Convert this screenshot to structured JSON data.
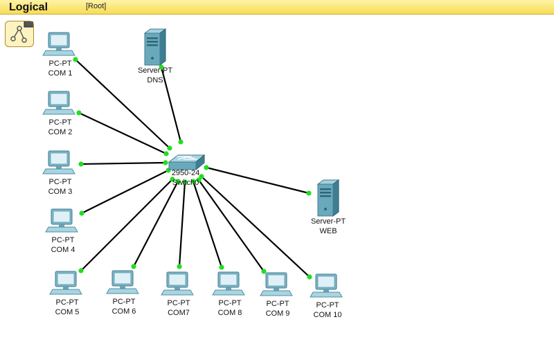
{
  "header": {
    "title": "Logical",
    "root_label": "[Root]"
  },
  "icons": {
    "toggle": "logical-view-icon",
    "pc": "pc-icon",
    "server": "server-icon",
    "switch": "switch-icon"
  },
  "colors": {
    "link_light": "#22dd22",
    "link_line": "#000000",
    "toolbar": "#f7dc55"
  },
  "devices": [
    {
      "id": "pc1",
      "kind": "pc",
      "model": "PC-PT",
      "name": "COM 1"
    },
    {
      "id": "pc2",
      "kind": "pc",
      "model": "PC-PT",
      "name": "COM 2"
    },
    {
      "id": "pc3",
      "kind": "pc",
      "model": "PC-PT",
      "name": "COM 3"
    },
    {
      "id": "pc4",
      "kind": "pc",
      "model": "PC-PT",
      "name": "COM 4"
    },
    {
      "id": "pc5",
      "kind": "pc",
      "model": "PC-PT",
      "name": "COM 5"
    },
    {
      "id": "pc6",
      "kind": "pc",
      "model": "PC-PT",
      "name": "COM 6"
    },
    {
      "id": "pc7",
      "kind": "pc",
      "model": "PC-PT",
      "name": "COM7"
    },
    {
      "id": "pc8",
      "kind": "pc",
      "model": "PC-PT",
      "name": "COM 8"
    },
    {
      "id": "pc9",
      "kind": "pc",
      "model": "PC-PT",
      "name": "COM 9"
    },
    {
      "id": "pc10",
      "kind": "pc",
      "model": "PC-PT",
      "name": "COM 10"
    },
    {
      "id": "dns",
      "kind": "server",
      "model": "Server-PT",
      "name": "DNS"
    },
    {
      "id": "web",
      "kind": "server",
      "model": "Server-PT",
      "name": "WEB"
    },
    {
      "id": "sw",
      "kind": "switch",
      "model": "2950-24",
      "name": "Switch0"
    }
  ]
}
